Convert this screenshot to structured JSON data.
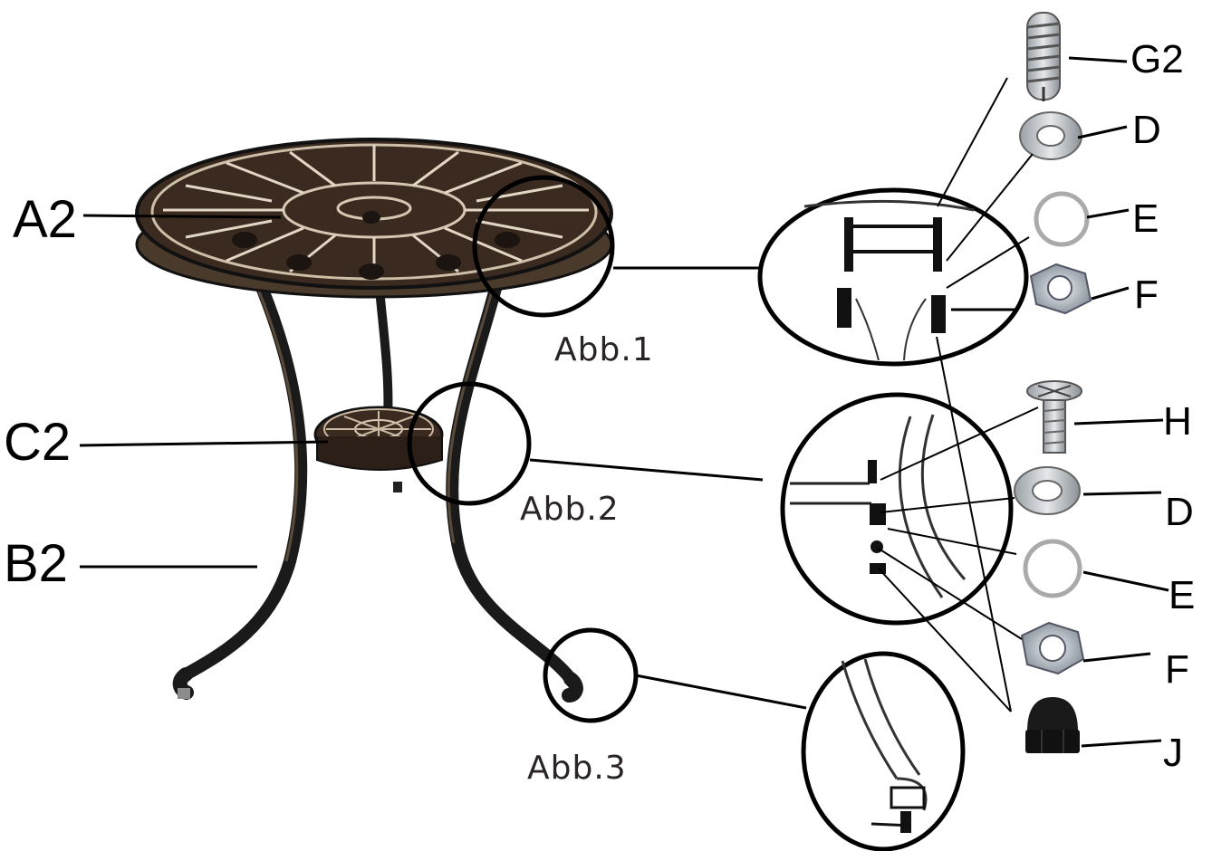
{
  "components": {
    "tabletop": "A2",
    "legs": "B2",
    "center_ring": "C2"
  },
  "details": [
    {
      "id": "detail-1",
      "label": "Abb.1"
    },
    {
      "id": "detail-2",
      "label": "Abb.2"
    },
    {
      "id": "detail-3",
      "label": "Abb.3"
    }
  ],
  "hardware_top": {
    "bolt": "G2",
    "washer": "D",
    "spring_washer": "E",
    "nut": "F"
  },
  "hardware_middle": {
    "screw": "H",
    "washer": "D",
    "spring_washer": "E",
    "nut": "F",
    "cap_nut": "J"
  }
}
